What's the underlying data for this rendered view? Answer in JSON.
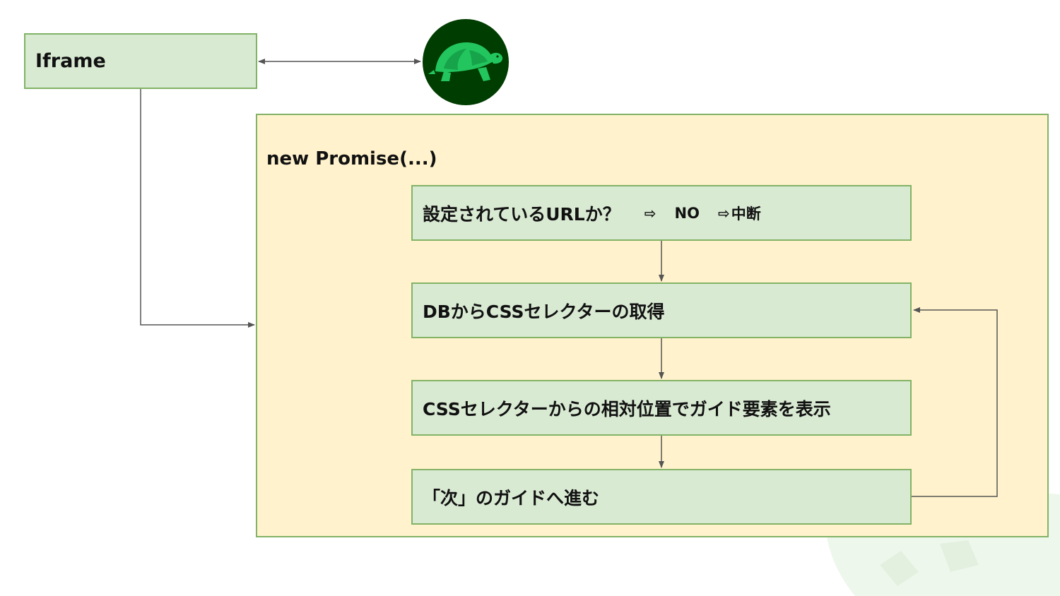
{
  "diagram": {
    "iframe": {
      "label": "Iframe"
    },
    "promise": {
      "label": "new Promise(...)"
    },
    "steps": [
      {
        "label": "設定されているURLか？",
        "arrow1": "⇨",
        "no_label": "NO",
        "arrow2": "⇨",
        "abort_label": "中断"
      },
      {
        "label": "DBからCSSセレクターの取得"
      },
      {
        "label": "CSSセレクターからの相対位置でガイド要素を表示"
      },
      {
        "label": "「次」のガイドへ進む"
      }
    ],
    "logo_icon": "turtle-logo-icon",
    "colors": {
      "step_fill": "#d9ead3",
      "step_border": "#82b366",
      "container_fill": "#fff2cc",
      "connector": "#555555",
      "logo_bg": "#003d00",
      "logo_turtle": "#22c55e"
    }
  }
}
